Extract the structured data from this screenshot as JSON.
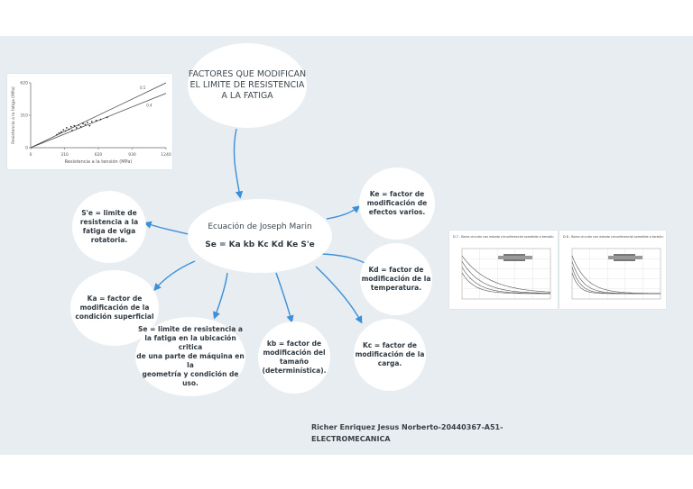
{
  "nodes": {
    "title": "FACTORES QUE MODIFICAN\nEL LIMITE DE RESISTENCIA\nA LA FATIGA",
    "center_name": "Ecuación de Joseph Marin",
    "center_formula": "Se = Ka  kb  Kc  Kd  Ke  S'e",
    "se_prime": "S'e =   limite de\nresistencia a la\nfatiga de viga\nrotatoria.",
    "ka": "Ka =    factor de\nmodificación de la\ncondición superficial",
    "se": "Se  =    limite de resistencia a\nla fatiga en la ubicación critica\nde una parte de máquina en la\ngeometría y condición de uso.",
    "kb": "kb =    factor de\nmodificación del\ntamaño\n(determinística).",
    "kc": "Kc =     factor de\nmodificación de la\ncarga.",
    "kd": "Kd =     factor de\nmodificación de la\ntemperatura.",
    "ke": "Ke =     factor de\nmodificación de\nefectos varios."
  },
  "author": "Richer Enriquez Jesus Norberto-20440367-A51-\nELECTROMECANICA",
  "chart_data": [
    {
      "type": "scatter",
      "xlabel": "Resistencia a la tensión (MPa)",
      "ylabel": "Resistencia a la fatiga (MPa)",
      "x_ticks": [
        "0",
        "310",
        "620",
        "930",
        "1240"
      ],
      "y_ticks": [
        "0",
        "310",
        "620"
      ],
      "xlim": [
        0,
        1240
      ],
      "ylim": [
        0,
        620
      ],
      "series": [
        {
          "line": [
            [
              0,
              0
            ],
            [
              1240,
              620
            ]
          ]
        },
        {
          "line": [
            [
              0,
              0
            ],
            [
              1240,
              520
            ]
          ]
        },
        {
          "points": [
            [
              240,
              125
            ],
            [
              260,
              140
            ],
            [
              280,
              150
            ],
            [
              300,
              170
            ],
            [
              320,
              160
            ],
            [
              330,
              190
            ],
            [
              350,
              175
            ],
            [
              370,
              200
            ],
            [
              380,
              165
            ],
            [
              400,
              210
            ],
            [
              420,
              190
            ],
            [
              440,
              215
            ],
            [
              460,
              200
            ],
            [
              480,
              230
            ],
            [
              500,
              220
            ],
            [
              520,
              240
            ],
            [
              540,
              210
            ],
            [
              560,
              250
            ],
            [
              600,
              260
            ],
            [
              640,
              270
            ],
            [
              700,
              290
            ]
          ]
        }
      ],
      "annotations": [
        "0.5",
        "0.4"
      ]
    },
    {
      "type": "line",
      "caption": "D.7 - Barra circular con estado circunferencial sometida a tensión.",
      "curves": 4
    },
    {
      "type": "line",
      "caption": "D.8 - Barra circular con estado circunferencial sometida a torsión.",
      "curves": 4
    }
  ],
  "colors": {
    "arrow": "#3b8fd9",
    "background": "#e8edf1",
    "node": "#ffffff"
  }
}
